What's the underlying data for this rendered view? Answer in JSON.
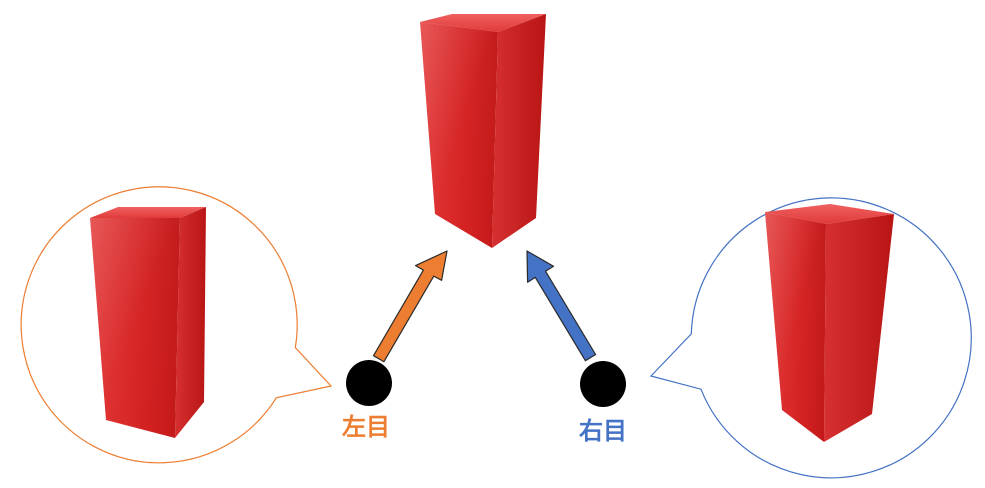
{
  "labels": {
    "left_eye": "左目",
    "right_eye": "右目"
  },
  "colors": {
    "left_eye": "#ED7D31",
    "right_eye": "#4472C4",
    "prism": "#D92828",
    "pupil": "#000000"
  },
  "icons": {
    "eye": "filled-circle",
    "view_arrow": "block-arrow",
    "bubble": "speech-bubble"
  }
}
